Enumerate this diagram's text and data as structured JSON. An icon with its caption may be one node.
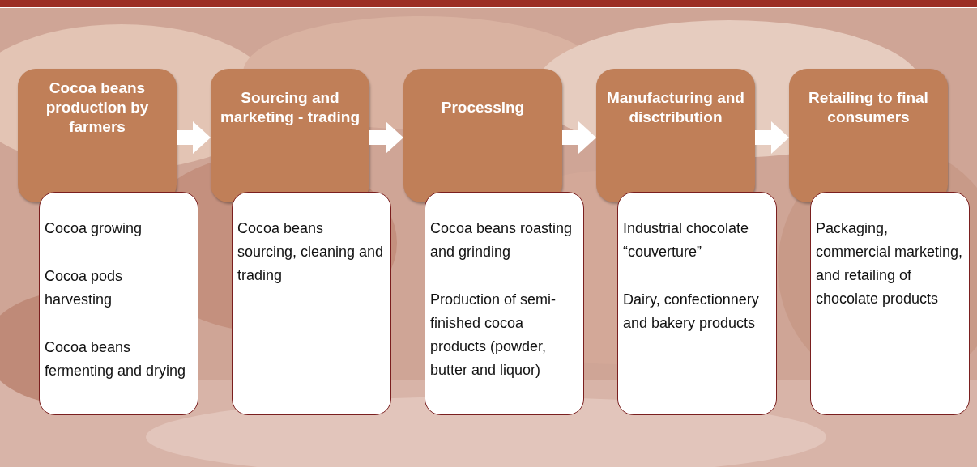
{
  "diagram": {
    "nodes": [
      {
        "text": [
          "Cocoa beans production by farmers"
        ]
      },
      {
        "text": [
          "Sourcing and marketing - trading"
        ]
      },
      {
        "text": [
          "Processing"
        ]
      },
      {
        "text": [
          "Manufacturing and disctribution"
        ]
      },
      {
        "text": [
          "Retailing to final consumers"
        ]
      },
      {
        "text": [
          "Cocoa growing",
          "Cocoa pods harvesting",
          "Cocoa beans fermenting and drying"
        ]
      },
      {
        "text": [
          "Cocoa beans sourcing, cleaning and trading"
        ]
      },
      {
        "text": [
          "Cocoa beans roasting and grinding",
          "Production of semi-finished cocoa products (powder, butter and liquor)"
        ]
      },
      {
        "text": [
          "Industrial chocolate “couverture”",
          "Dairy, confectionnery and bakery products"
        ]
      },
      {
        "text": [
          "Packaging, commercial marketing, and retailing of chocolate products"
        ]
      }
    ],
    "edges": [
      {
        "from": 0,
        "to": 1,
        "arrow": "to"
      },
      {
        "from": 1,
        "to": 2,
        "arrow": "to"
      },
      {
        "from": 2,
        "to": 3,
        "arrow": "to"
      },
      {
        "from": 3,
        "to": 4,
        "arrow": "to"
      }
    ]
  }
}
